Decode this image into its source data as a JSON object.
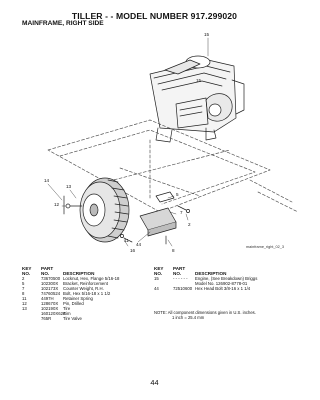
{
  "header": {
    "title": "TILLER - - MODEL NUMBER 917.299020",
    "subtitle": "MAINFRAME, RIGHT SIDE"
  },
  "figure": {
    "id": "mainframe_right_02_3",
    "callouts": [
      "15",
      "14",
      "13",
      "12",
      "5",
      "16",
      "44",
      "11",
      "8",
      "7",
      "2",
      "15"
    ]
  },
  "parts_table": {
    "header": {
      "key": "KEY\nNO.",
      "part": "PART\nNO.",
      "desc": "DESCRIPTION"
    },
    "left": [
      {
        "key": "2",
        "part": "73670500",
        "desc": "Locknut, Hex, Flange 5/16-18"
      },
      {
        "key": "5",
        "part": "102300X",
        "desc": "Bracket, Reinforcement"
      },
      {
        "key": "7",
        "part": "102173X",
        "desc": "Counter Weight, R.H."
      },
      {
        "key": "8",
        "part": "74760524",
        "desc": "Bolt, Hex 5/16-18 x 1 1/2"
      },
      {
        "key": "11",
        "part": "4497H",
        "desc": "Retainer Spring"
      },
      {
        "key": "12",
        "part": "128670X",
        "desc": "Pin, Drilled"
      },
      {
        "key": "13",
        "part": "102190X",
        "desc": "Tire"
      },
      {
        "key": "",
        "part": "160120X624",
        "desc": "Rim"
      },
      {
        "key": "",
        "part": "765R",
        "desc": "Tire Valve"
      }
    ],
    "right": [
      {
        "key": "15",
        "part": "- - - - - -",
        "desc": "Engine, (See Breakdown) Briggs\nModel No. 126902-8778-01"
      },
      {
        "key": "44",
        "part": "72510600",
        "desc": "Hex Head Bolt 3/8-16 x 1 1/4"
      }
    ]
  },
  "note": {
    "line1": "NOTE: All component dimensions given in U.S. inches.",
    "line2": "1 inch = 25.4 mm"
  },
  "page_number": "44"
}
